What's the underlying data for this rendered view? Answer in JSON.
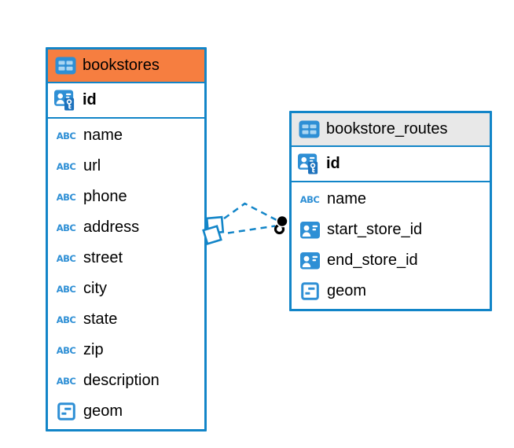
{
  "diagram": {
    "type": "entity-relationship",
    "colors": {
      "accent_blue": "#1285C8",
      "icon_blue": "#2E8FD5",
      "icon_cell_light_blue": "#AAD6F2",
      "pk_overlay_blue": "#1C71BC",
      "bookstores_header": "#F67E40",
      "routes_header": "#E8E8E8",
      "row_background": "#FFFFFF",
      "text": "#000000"
    },
    "icons": {
      "table_glyph": "table-grid-icon",
      "primary_key_glyph": "id-badge-with-key-icon",
      "reference_glyph": "id-badge-icon",
      "text_type_glyph": "ABC",
      "geometry_glyph": "geometry-field-icon"
    },
    "tables": [
      {
        "title": "bookstores",
        "primary_key": "id",
        "columns": [
          {
            "name": "name",
            "type": "text"
          },
          {
            "name": "url",
            "type": "text"
          },
          {
            "name": "phone",
            "type": "text"
          },
          {
            "name": "address",
            "type": "text"
          },
          {
            "name": "street",
            "type": "text"
          },
          {
            "name": "city",
            "type": "text"
          },
          {
            "name": "state",
            "type": "text"
          },
          {
            "name": "zip",
            "type": "text"
          },
          {
            "name": "description",
            "type": "text"
          },
          {
            "name": "geom",
            "type": "geometry"
          }
        ]
      },
      {
        "title": "bookstore_routes",
        "primary_key": "id",
        "columns": [
          {
            "name": "name",
            "type": "text"
          },
          {
            "name": "start_store_id",
            "type": "reference"
          },
          {
            "name": "end_store_id",
            "type": "reference"
          },
          {
            "name": "geom",
            "type": "geometry"
          }
        ]
      }
    ],
    "relationships": [
      {
        "from_table": "bookstores",
        "to_table": "bookstore_routes",
        "line_style": "dashed",
        "line_count": 2
      }
    ]
  }
}
